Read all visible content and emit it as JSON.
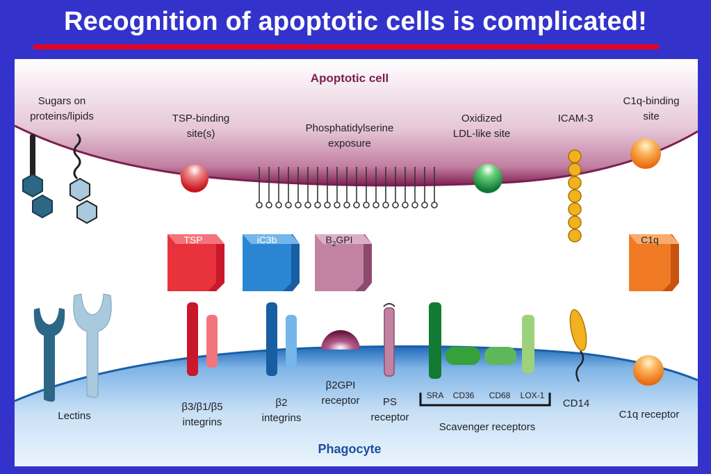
{
  "slide": {
    "title": "Recognition of apoptotic cells is complicated!"
  },
  "diagram": {
    "apoptotic_cell": "Apoptotic cell",
    "phagocyte": "Phagocyte",
    "ligand_labels": {
      "sugars_1": "Sugars on",
      "sugars_2": "proteins/lipids",
      "tsp_site_1": "TSP-binding",
      "tsp_site_2": "site(s)",
      "ps_1": "Phosphatidylserine",
      "ps_2": "exposure",
      "ldl_1": "Oxidized",
      "ldl_2": "LDL-like site",
      "icam": "ICAM-3",
      "c1q_site_1": "C1q-binding",
      "c1q_site_2": "site"
    },
    "bridges": {
      "tsp": "TSP",
      "ic3b": "iC3b",
      "b2gpi_prefix": "B",
      "b2gpi_sub": "2",
      "b2gpi_suffix": "GPI",
      "c1q": "C1q"
    },
    "receptor_labels": {
      "lectins": "Lectins",
      "b3_integrins_1": "β3/β1/β5",
      "b3_integrins_2": "integrins",
      "b2_integrins_1": "β2",
      "b2_integrins_2": "integrins",
      "b2gpi_rec_1": "β2GPI",
      "b2gpi_rec_2": "receptor",
      "ps_rec_1": "PS",
      "ps_rec_2": "receptor",
      "sra": "SRA",
      "cd36": "CD36",
      "cd68": "CD68",
      "lox1": "LOX-1",
      "scavenger": "Scavenger receptors",
      "cd14": "CD14",
      "c1q_receptor": "C1q receptor"
    },
    "colors": {
      "slide_bg": "#3333cc",
      "underline": "#e8001a",
      "apoptotic_membrane": "#8a2d5e",
      "phagocyte_membrane": "#2f78c4",
      "tsp": "#e8323c",
      "ic3b": "#2a86d2",
      "b2gpi": "#c283a3",
      "c1q": "#f07a24",
      "scavenger": "#3aa33a",
      "icam": "#f2b21f",
      "lectin_dark": "#2c6786",
      "lectin_light": "#a9c9de"
    }
  }
}
